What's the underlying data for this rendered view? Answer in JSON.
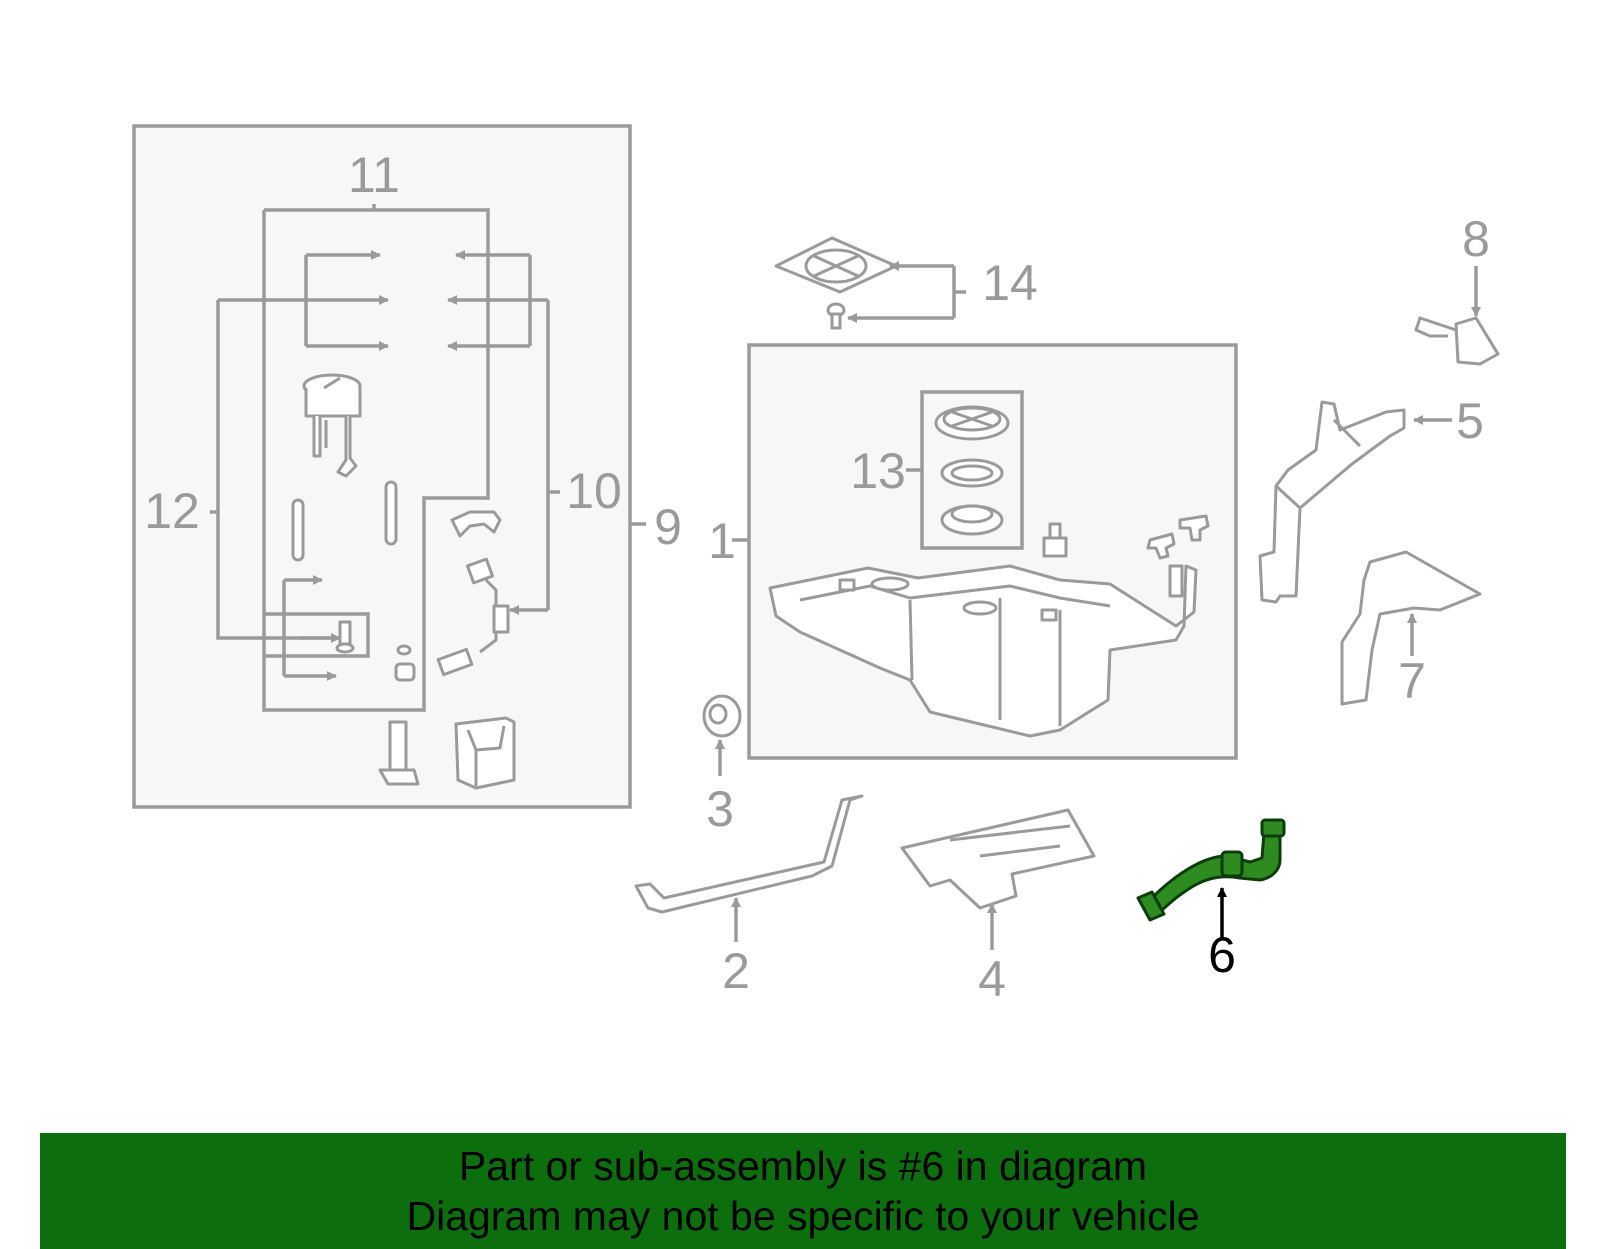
{
  "callouts": {
    "c1": "1",
    "c2": "2",
    "c3": "3",
    "c4": "4",
    "c5": "5",
    "c6": "6",
    "c7": "7",
    "c8": "8",
    "c9": "9",
    "c10": "10",
    "c11": "11",
    "c12": "12",
    "c13": "13",
    "c14": "14"
  },
  "highlighted_part": "6",
  "colors": {
    "highlight": "#2e8b1f",
    "banner": "#0d6e0d",
    "line": "#9a9a9a",
    "panel": "#f7f7f7"
  },
  "banner": {
    "line1": "Part or sub-assembly is #6 in diagram",
    "line2": "Diagram may not be specific to your vehicle"
  }
}
